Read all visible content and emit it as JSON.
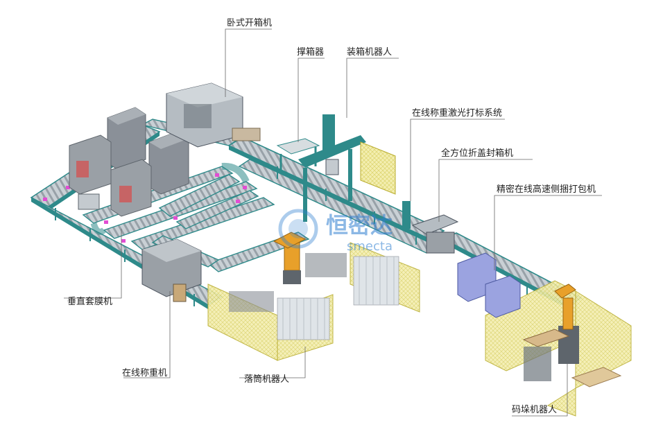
{
  "labels": {
    "horizontal_case_erector": "卧式开箱机",
    "case_opener": "撑箱器",
    "case_packing_robot": "装箱机器人",
    "online_weigh_laser_marking": "在线称重激光打标系统",
    "omni_flap_case_sealer": "全方位折盖封箱机",
    "side_strapping_machine": "精密在线高速侧捆打包机",
    "vertical_film_sleever": "垂直套膜机",
    "online_checkweigher": "在线称重机",
    "doffing_robot": "落筒机器人",
    "palletizing_robot": "码垛机器人"
  },
  "watermark": {
    "cn": "恒密达",
    "en": "smecta"
  },
  "colors": {
    "frame": "#2e8a8a",
    "roller": "#b9c2c8",
    "machine": "#8a9098",
    "machine_dark": "#5e656c",
    "fence": "#e6df7a",
    "robot": "#e8a02a",
    "bobbin": "#dfe4e8",
    "marker": "#e24dd3",
    "leader": "#666666"
  }
}
